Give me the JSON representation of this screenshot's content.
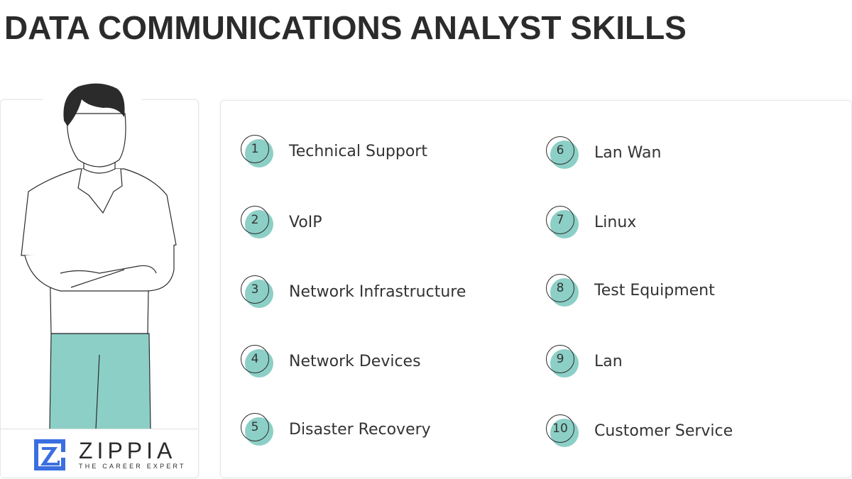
{
  "header": {
    "title": "DATA COMMUNICATIONS ANALYST SKILLS"
  },
  "brand": {
    "name": "ZIPPIA",
    "tagline": "THE CAREER EXPERT",
    "logo_icon": "zippia-z-logo-icon",
    "logo_color": "#3b6fe0"
  },
  "colors": {
    "accent_teal": "#8ccfc6",
    "text": "#333333"
  },
  "skills": [
    {
      "number": "1",
      "label": "Technical Support"
    },
    {
      "number": "2",
      "label": "VoIP"
    },
    {
      "number": "3",
      "label": "Network Infrastructure"
    },
    {
      "number": "4",
      "label": "Network Devices"
    },
    {
      "number": "5",
      "label": "Disaster Recovery"
    },
    {
      "number": "6",
      "label": "Lan Wan"
    },
    {
      "number": "7",
      "label": "Linux"
    },
    {
      "number": "8",
      "label": "Test Equipment"
    },
    {
      "number": "9",
      "label": "Lan"
    },
    {
      "number": "10",
      "label": "Customer Service"
    }
  ]
}
